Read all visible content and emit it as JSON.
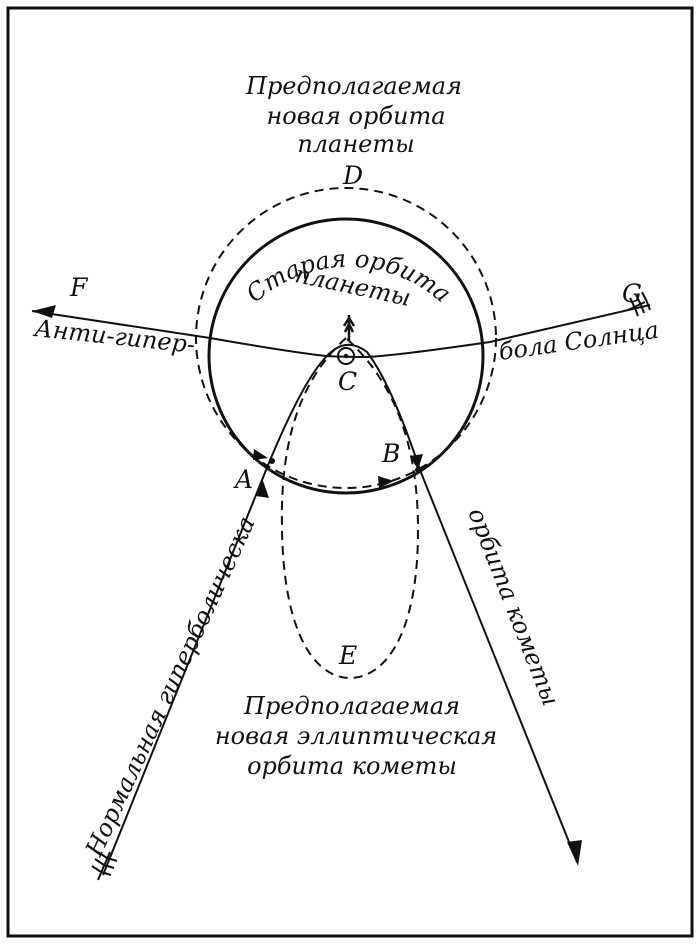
{
  "colors": {
    "ink": "#111111",
    "paper": "#ffffff"
  },
  "captions": {
    "planet_new_orbit": [
      "Предполагаемая",
      "новая орбита",
      "планеты"
    ],
    "planet_old_orbit": [
      "Старая орбита",
      "планеты"
    ],
    "anti_hyperbola_left": "Анти-гипер-",
    "anti_hyperbola_right": "бола Солнца",
    "comet_orbit": "орбита кометы",
    "normal_hyperbola": "Нормальная гиперболическая",
    "comet_new_orbit": [
      "Предполагаемая",
      "новая эллиптическая",
      "орбита кометы"
    ]
  },
  "points": {
    "a": "A",
    "b": "B",
    "c": "C",
    "d": "D",
    "e": "E",
    "f": "F",
    "g": "G"
  }
}
